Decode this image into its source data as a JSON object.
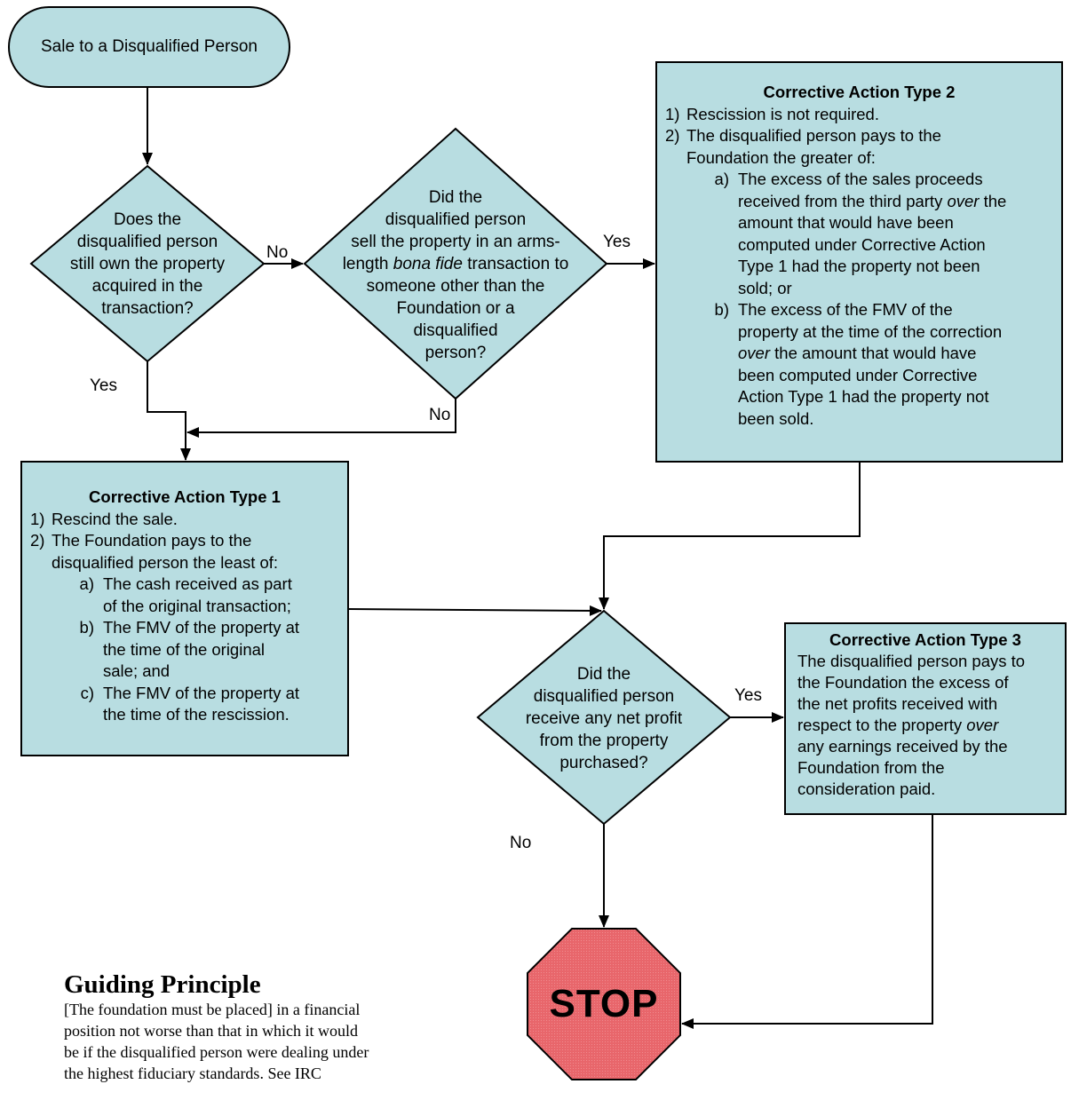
{
  "colors": {
    "box_fill": "#b8dde1",
    "stop_fill": "#e8666b",
    "line": "#000000"
  },
  "start": {
    "label": "Sale to a Disqualified Person"
  },
  "decision1": {
    "lines": [
      "Does the",
      "disqualified person",
      "still own the property",
      "acquired in the",
      "transaction?"
    ]
  },
  "decision2": {
    "lines": [
      "Did the",
      "disqualified person",
      "sell the property in an arms-",
      "length",
      "bona fide",
      "transaction to",
      "someone other than the",
      "Foundation or a",
      "disqualified",
      "person?"
    ]
  },
  "decision3": {
    "lines": [
      "Did the",
      "disqualified person",
      "receive any net profit",
      "from the property",
      "purchased?"
    ]
  },
  "labels": {
    "d1_no": "No",
    "d1_yes": "Yes",
    "d2_yes": "Yes",
    "d2_no": "No",
    "d3_yes": "Yes",
    "d3_no": "No"
  },
  "cat1": {
    "title": "Corrective Action Type 1",
    "item1_num": "1)",
    "item1": "Rescind the sale.",
    "item2_num": "2)",
    "item2_a": "The Foundation pays to the",
    "item2_b": "disqualified person the least of:",
    "sub_a_num": "a)",
    "sub_a_1": "The cash received as part",
    "sub_a_2": "of the original transaction;",
    "sub_b_num": "b)",
    "sub_b_1": "The FMV of the property at",
    "sub_b_2": "the time of the original",
    "sub_b_3": "sale; and",
    "sub_c_num": "c)",
    "sub_c_1": "The FMV of the property at",
    "sub_c_2": "the time of the rescission."
  },
  "cat2": {
    "title": "Corrective Action Type 2",
    "item1_num": "1)",
    "item1": "Rescission is not required.",
    "item2_num": "2)",
    "item2_a": "The disqualified person pays to the",
    "item2_b": "Foundation the greater of:",
    "sub_a_num": "a)",
    "sub_a_lines": [
      "The excess of the sales proceeds",
      "received from the third party",
      "over",
      "the",
      "amount that would have been",
      "computed under Corrective Action",
      "Type 1 had the property not been",
      "sold; or"
    ],
    "sub_b_num": "b)",
    "sub_b_lines": [
      "The excess of the FMV of the",
      "property at the time of the correction",
      "over",
      "the amount that would have",
      "been computed under Corrective",
      "Action Type 1 had the property not",
      "been sold."
    ]
  },
  "cat3": {
    "title": "Corrective Action Type 3",
    "lines": [
      "The disqualified person pays to",
      "the Foundation the excess of",
      "the net profits received with",
      "respect to the property",
      "over",
      "any earnings received by the",
      "Foundation from the",
      "consideration paid."
    ]
  },
  "stop": {
    "label": "STOP"
  },
  "guiding": {
    "title": "Guiding Principle",
    "lines": [
      "[The foundation must be placed] in a financial",
      "position not worse than that in which it would",
      "be if the disqualified person were dealing under",
      "the highest fiduciary standards. See IRC"
    ]
  }
}
